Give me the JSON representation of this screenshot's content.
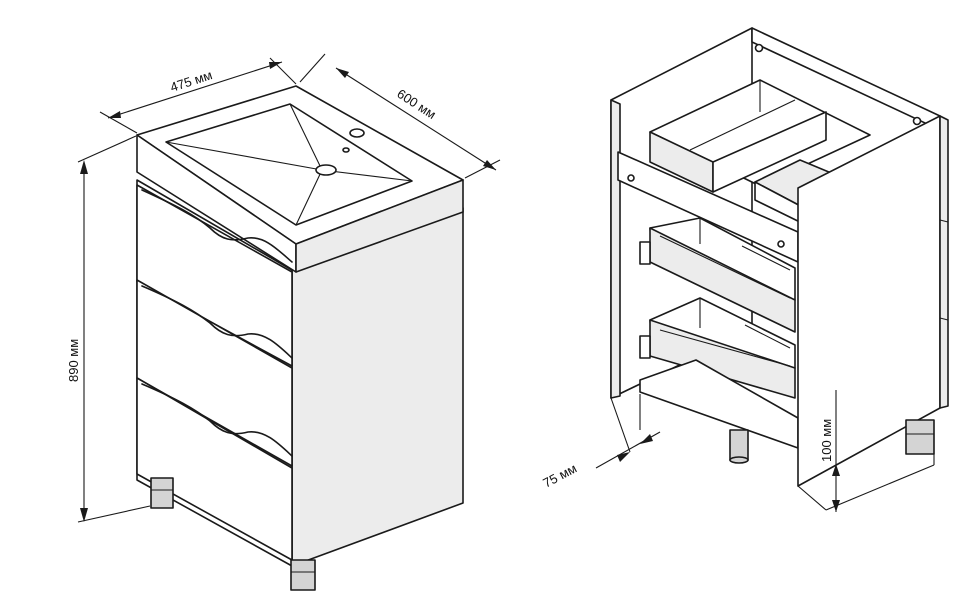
{
  "dimensions": {
    "width": "475 мм",
    "depth": "600 мм",
    "height": "890 мм",
    "drawer_offset": "75 мм",
    "leg_height": "100 мм"
  },
  "colors": {
    "line": "#1a1a1a",
    "background": "#ffffff"
  }
}
